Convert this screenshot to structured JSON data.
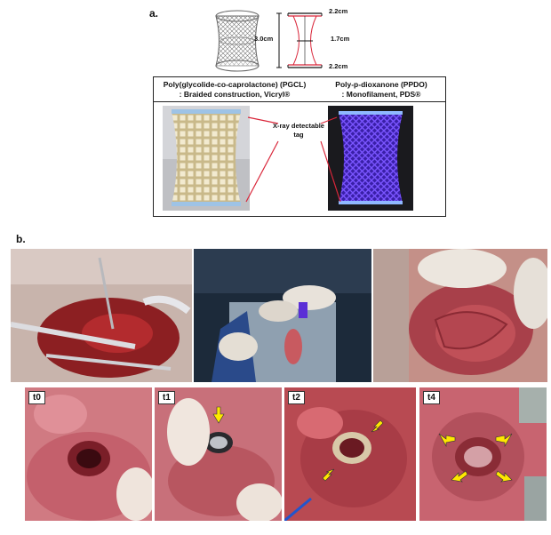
{
  "panel_a": {
    "label": "a.",
    "dimensions": {
      "top": "2.2cm",
      "total": "3.0cm",
      "middle": "1.7cm",
      "bottom": "2.2cm"
    },
    "materials": [
      {
        "line1": "Poly(glycolide-co-caprolactone) (PGCL)",
        "line2": ": Braided construction, Vicryl®"
      },
      {
        "line1": "Poly-p-dioxanone (PPDO)",
        "line2": ": Monofilament, PDS®"
      }
    ],
    "tag_label": "X-ray detectable tag"
  },
  "panel_b": {
    "label": "b.",
    "time_labels": [
      "t0",
      "t1",
      "t2",
      "t4"
    ]
  },
  "colors": {
    "tag_line": "#d9263a",
    "arrow": "#ffe800",
    "pgcl": "#e8dcb0",
    "ppdo": "#5b2fd6",
    "tissue": "#b8404a"
  }
}
